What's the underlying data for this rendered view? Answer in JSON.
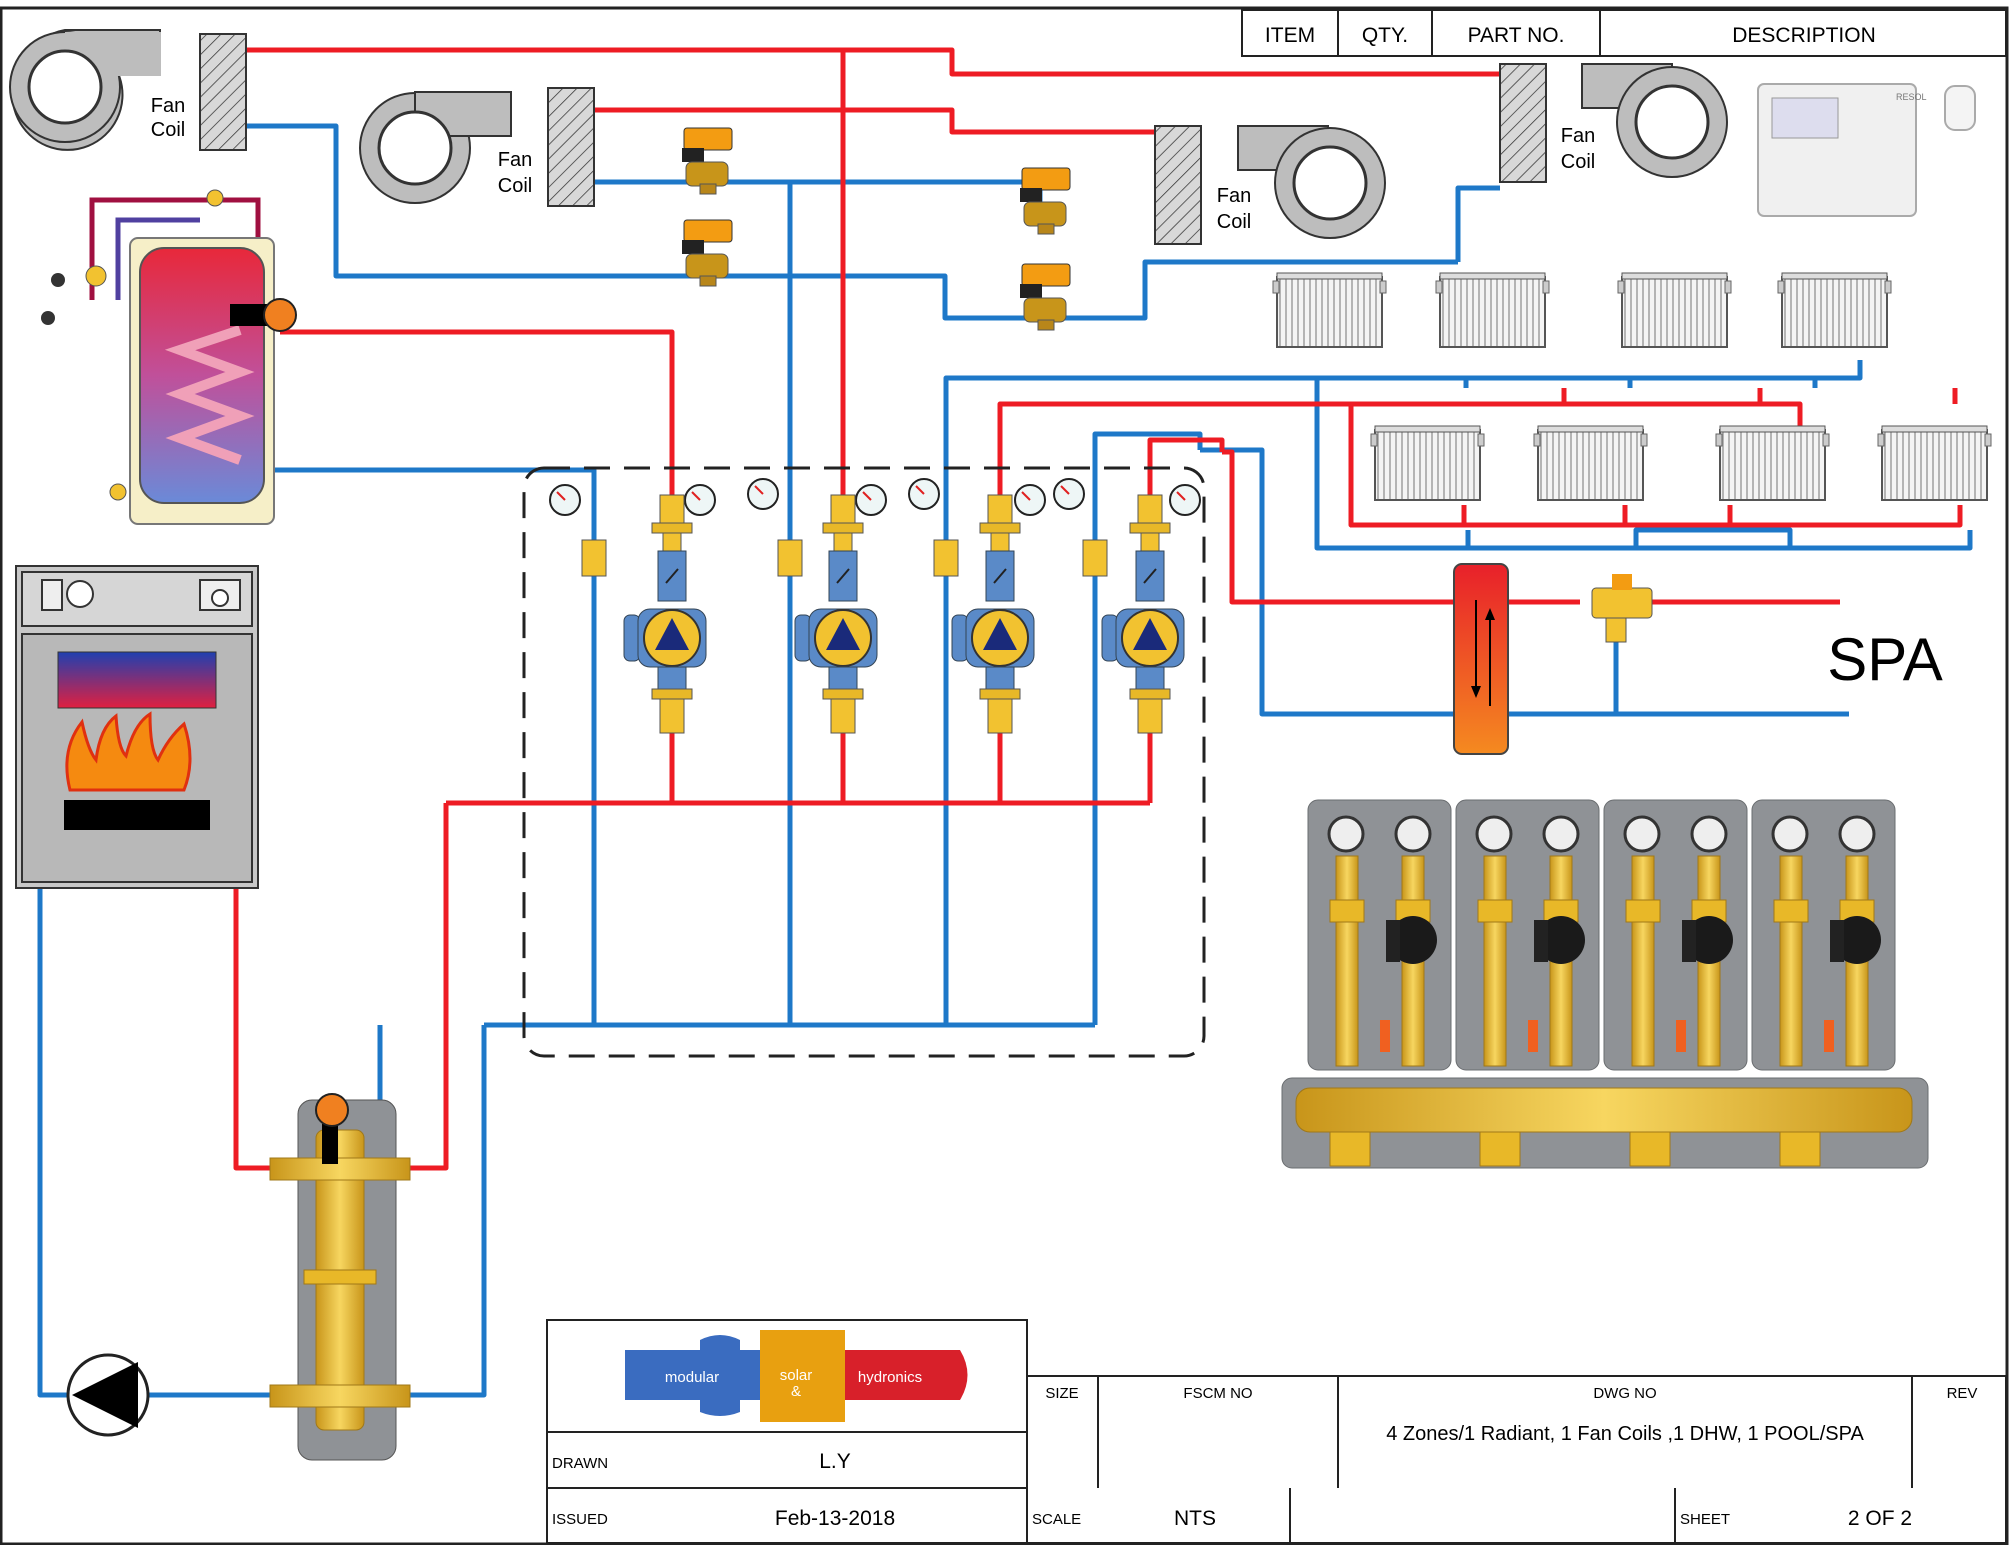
{
  "bom_header": {
    "item": "ITEM",
    "qty": "QTY.",
    "part_no": "PART NO.",
    "description": "DESCRIPTION"
  },
  "fan_coils": [
    {
      "line1": "Fan",
      "line2": "Coil"
    },
    {
      "line1": "Fan",
      "line2": "Coil"
    },
    {
      "line1": "Fan",
      "line2": "Coil"
    },
    {
      "line1": "Fan",
      "line2": "Coil"
    }
  ],
  "spa_label": "SPA",
  "logo": {
    "left": "modular",
    "middle": "solar",
    "amp": "&",
    "right": "hydronics"
  },
  "controller_brand": "RESOL",
  "title_block": {
    "drawn_label": "DRAWN",
    "drawn_value": "L.Y",
    "issued_label": "ISSUED",
    "issued_value": "Feb-13-2018",
    "size_label": "SIZE",
    "fscm_label": "FSCM NO",
    "dwg_label": "DWG NO",
    "dwg_value": "4 Zones/1 Radiant, 1 Fan Coils ,1 DHW, 1 POOL/SPA",
    "rev_label": "REV",
    "scale_label": "SCALE",
    "scale_value": "NTS",
    "sheet_label": "SHEET",
    "sheet_value": "2 OF 2"
  },
  "colors": {
    "supply": "#ee1c24",
    "return": "#1e78c8",
    "brass": "#f2c230",
    "actuator": "#f39c12"
  }
}
